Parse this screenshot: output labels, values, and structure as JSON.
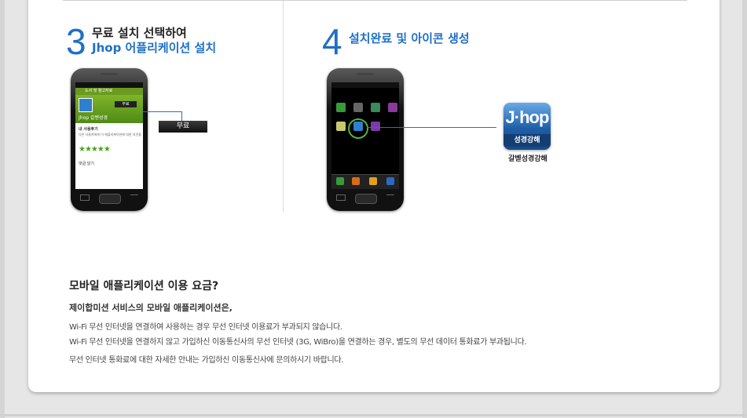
{
  "step3": {
    "number": "3",
    "title_line1": "무료 설치 선택하여",
    "title_line2": "Jhop 어플리케이션 설치",
    "callout": "무료",
    "screen": {
      "appbar": "도서 및 참고자료",
      "free_button": "무료",
      "app_name": "Jhop 갈벧성경",
      "review_label": "내 사용후기",
      "review_text": "다른 사용자에게 이 애플리케이션에 대한 의견을",
      "rating": "★★★★★",
      "comments": "댓글 달기"
    }
  },
  "step4": {
    "number": "4",
    "title": "설치완료 및 아이콘 생성",
    "icon_logo": "J·hop",
    "icon_sub": "성경강해",
    "icon_label": "갈벧성경강해"
  },
  "fees": {
    "title": "모바일 애플리케이션 이용 요금?",
    "subtitle": "제이합미션 서비스의 모바일 애플리케이션은,",
    "lines": [
      "Wi-Fi 무선 인터넷을 연결하여 사용하는 경우 무선 인터넷 이용료가 부과되지 않습니다.",
      "Wi-Fi 무선 인터넷을 연결하지 않고 가입하신 이동통신사의 무선 인터넷 (3G, WiBro)을 연결하는 경우, 별도의 무선 데이터 통화료가 부과됩니다.",
      "무선 인터넷 통화료에 대한 자세한 안내는 가입하신 이동통신사에 문의하시기 바랍니다."
    ]
  },
  "colors": {
    "accent_blue": "#1f6fc7",
    "highlight_green": "#56b23a"
  }
}
